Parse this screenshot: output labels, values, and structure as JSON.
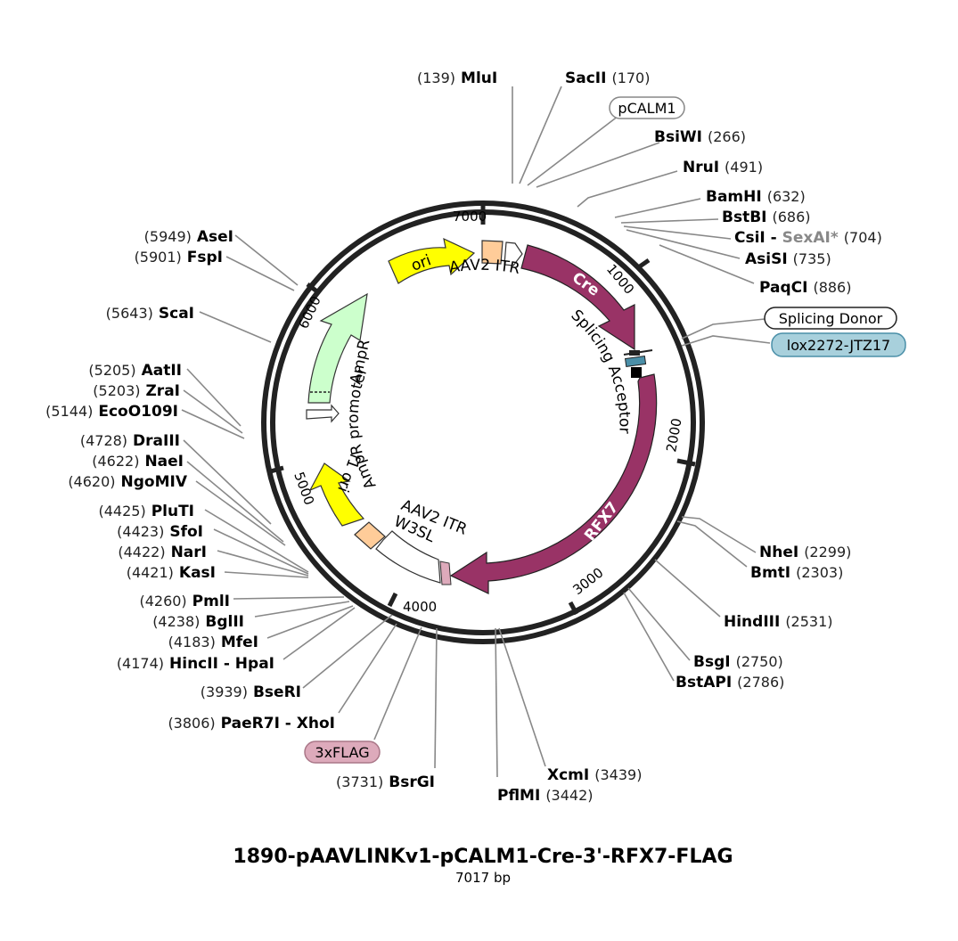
{
  "plasmid": {
    "name": "1890-pAAVLINKv1-pCALM1-Cre-3'-RFX7-FLAG",
    "size_label": "7017 bp"
  },
  "ticks": [
    "1000",
    "2000",
    "3000",
    "4000",
    "5000",
    "6000",
    "7000"
  ],
  "features": {
    "ori_top": "ori",
    "aav2_itr_top": "AAV2 ITR",
    "cre": "Cre",
    "splicing_acceptor": "Splicing Acceptor",
    "rfx7": "RFX7",
    "aav2_itr_bottom": "AAV2 ITR",
    "w3sl": "W3SL",
    "f1_ori": "f1 ori",
    "ampr_promoter": "AmpR promoter",
    "ampr": "AmpR"
  },
  "badges": {
    "pcalm1": "pCALM1",
    "splicing_donor": "Splicing Donor",
    "lox": "lox2272-JTZ17",
    "flag": "3xFLAG"
  },
  "colors": {
    "cre_rfx7": "#993366",
    "ori": "#ffff00",
    "ampr": "#ccffcc",
    "itr": "#ffcc99",
    "lox": "#99ccdd",
    "flag": "#ddaabb"
  },
  "sites": {
    "mlui": {
      "name": "MluI",
      "pos": "(139)"
    },
    "sacii": {
      "name": "SacII",
      "pos": "(170)"
    },
    "bsiwi": {
      "name": "BsiWI",
      "pos": "(266)"
    },
    "nrui": {
      "name": "NruI",
      "pos": "(491)"
    },
    "bamhi": {
      "name": "BamHI",
      "pos": "(632)"
    },
    "bstbi": {
      "name": "BstBI",
      "pos": "(686)"
    },
    "csii": {
      "name": "CsiI",
      "sep": " - ",
      "name2": "SexAI*",
      "pos": "(704)"
    },
    "asisi": {
      "name": "AsiSI",
      "pos": "(735)"
    },
    "paqci": {
      "name": "PaqCI",
      "pos": "(886)"
    },
    "nhei": {
      "name": "NheI",
      "pos": "(2299)"
    },
    "bmti": {
      "name": "BmtI",
      "pos": "(2303)"
    },
    "hindiii": {
      "name": "HindIII",
      "pos": "(2531)"
    },
    "bsgi": {
      "name": "BsgI",
      "pos": "(2750)"
    },
    "bstapi": {
      "name": "BstAPI",
      "pos": "(2786)"
    },
    "xcmi": {
      "name": "XcmI",
      "pos": "(3439)"
    },
    "pflmi": {
      "name": "PflMI",
      "pos": "(3442)"
    },
    "bsrgi": {
      "name": "BsrGI",
      "pos": "(3731)"
    },
    "paer7i": {
      "name": "PaeR7I - XhoI",
      "pos": "(3806)"
    },
    "bseri": {
      "name": "BseRI",
      "pos": "(3939)"
    },
    "hincii": {
      "name": "HincII - HpaI",
      "pos": "(4174)"
    },
    "mfei": {
      "name": "MfeI",
      "pos": "(4183)"
    },
    "bglii": {
      "name": "BglII",
      "pos": "(4238)"
    },
    "pmli": {
      "name": "PmlI",
      "pos": "(4260)"
    },
    "kasi": {
      "name": "KasI",
      "pos": "(4421)"
    },
    "nari": {
      "name": "NarI",
      "pos": "(4422)"
    },
    "sfoi": {
      "name": "SfoI",
      "pos": "(4423)"
    },
    "pluti": {
      "name": "PluTI",
      "pos": "(4425)"
    },
    "ngomiv": {
      "name": "NgoMIV",
      "pos": "(4620)"
    },
    "naei": {
      "name": "NaeI",
      "pos": "(4622)"
    },
    "draiii": {
      "name": "DraIII",
      "pos": "(4728)"
    },
    "eco109i": {
      "name": "EcoO109I",
      "pos": "(5144)"
    },
    "zrai": {
      "name": "ZraI",
      "pos": "(5203)"
    },
    "aatii": {
      "name": "AatII",
      "pos": "(5205)"
    },
    "scai": {
      "name": "ScaI",
      "pos": "(5643)"
    },
    "fspi": {
      "name": "FspI",
      "pos": "(5901)"
    },
    "asei": {
      "name": "AseI",
      "pos": "(5949)"
    }
  }
}
